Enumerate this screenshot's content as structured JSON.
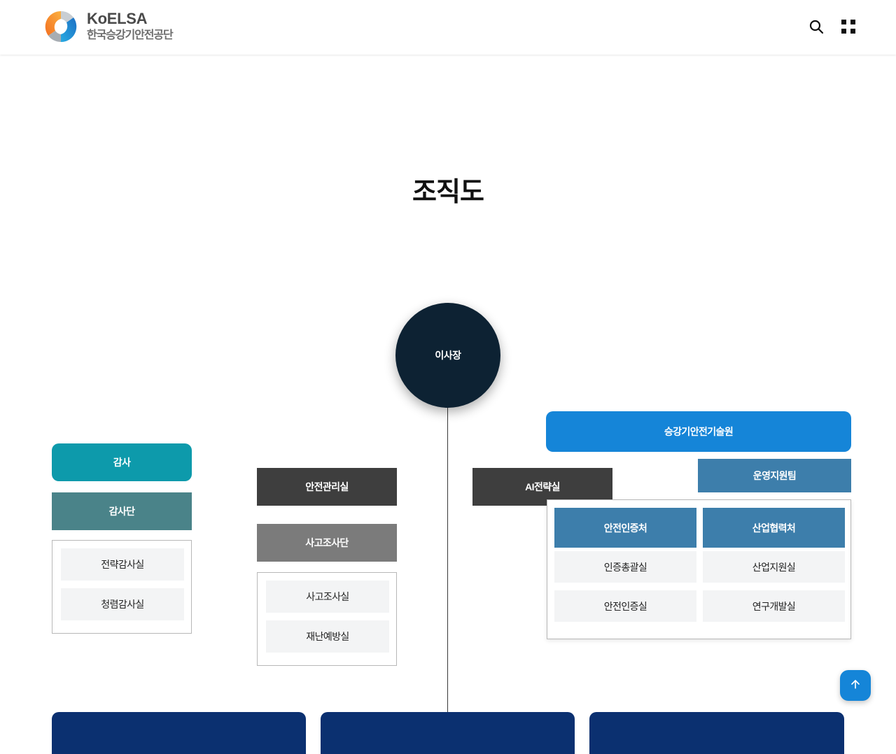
{
  "header": {
    "logo_title": "KoELSA",
    "logo_subtitle": "한국승강기안전공단",
    "logo_icon": "koelsa-swirl-logo",
    "search_icon": "search-icon",
    "menu_icon": "grid-menu-icon"
  },
  "page": {
    "title": "조직도"
  },
  "chart_data": {
    "type": "diagram",
    "title": "조직도",
    "root": {
      "label": "이사장",
      "shape": "circle",
      "color": "#0d2233"
    },
    "branches": [
      {
        "name": "audit-branch",
        "head": {
          "label": "감사",
          "color": "#0d9aab"
        },
        "division": {
          "label": "감사단",
          "color": "#4a8389"
        },
        "teams": [
          {
            "label": "전략감사실",
            "color": "#f3f4f5"
          },
          {
            "label": "청렴감사실",
            "color": "#f3f4f5"
          }
        ]
      },
      {
        "name": "safety-branch",
        "head": {
          "label": "안전관리실",
          "color": "#3e3e3e"
        },
        "division": {
          "label": "사고조사단",
          "color": "#7b7b7b"
        },
        "teams": [
          {
            "label": "사고조사실",
            "color": "#f3f4f5"
          },
          {
            "label": "재난예방실",
            "color": "#f3f4f5"
          }
        ]
      },
      {
        "name": "ai-branch",
        "head": {
          "label": "AI전략실",
          "color": "#3e3e3e"
        }
      },
      {
        "name": "institute-branch",
        "head": {
          "label": "승강기안전기술원",
          "color": "#1585d8"
        },
        "support": {
          "label": "운영지원팀",
          "color": "#3d7eab"
        },
        "columns": [
          {
            "header": {
              "label": "안전인증처",
              "color": "#3d7eab"
            },
            "teams": [
              {
                "label": "인증총괄실",
                "color": "#f3f4f5"
              },
              {
                "label": "안전인증실",
                "color": "#f3f4f5"
              }
            ]
          },
          {
            "header": {
              "label": "산업협력처",
              "color": "#3d7eab"
            },
            "teams": [
              {
                "label": "산업지원실",
                "color": "#f3f4f5"
              },
              {
                "label": "연구개발실",
                "color": "#f3f4f5"
              }
            ]
          }
        ]
      }
    ],
    "bottom_row": [
      {
        "label": "",
        "color": "#0b3070"
      },
      {
        "label": "",
        "color": "#0b3070"
      },
      {
        "label": "",
        "color": "#0b3070"
      }
    ]
  },
  "scroll_top": {
    "icon": "arrow-up-icon"
  }
}
